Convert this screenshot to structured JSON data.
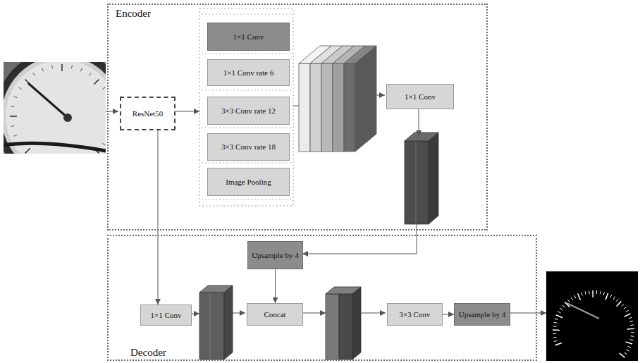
{
  "diagram": {
    "nodes": [
      {
        "text": [
          "Encoder"
        ]
      },
      {
        "text": [
          "ResNet50"
        ],
        "in": 0
      },
      {
        "text": [
          "1×1 Conv"
        ],
        "in": 0
      },
      {
        "text": [
          "1×1 Conv rate 6"
        ],
        "in": 0
      },
      {
        "text": [
          "3×3 Conv rate 12"
        ],
        "in": 0
      },
      {
        "text": [
          "3×3 Conv rate 18"
        ],
        "in": 0
      },
      {
        "text": [
          "Image Pooling"
        ],
        "in": 0
      },
      {
        "text": [
          "1×1 Conv"
        ],
        "in": 0
      },
      {
        "text": [
          "Decoder"
        ]
      },
      {
        "text": [
          "Upsample by 4"
        ],
        "in": 8
      },
      {
        "text": [
          "1×1 Conv"
        ],
        "in": 8
      },
      {
        "text": [
          "Concat"
        ],
        "in": 8
      },
      {
        "text": [
          "3×3 Conv"
        ],
        "in": 8
      },
      {
        "text": [
          "Upsample by 4"
        ],
        "in": 8
      }
    ],
    "edges": [
      {
        "from": 1,
        "to": 10,
        "arrow": "to"
      },
      {
        "from": 9,
        "to": 11,
        "arrow": "to"
      },
      {
        "from": 12,
        "to": 13,
        "arrow": "to"
      }
    ]
  }
}
